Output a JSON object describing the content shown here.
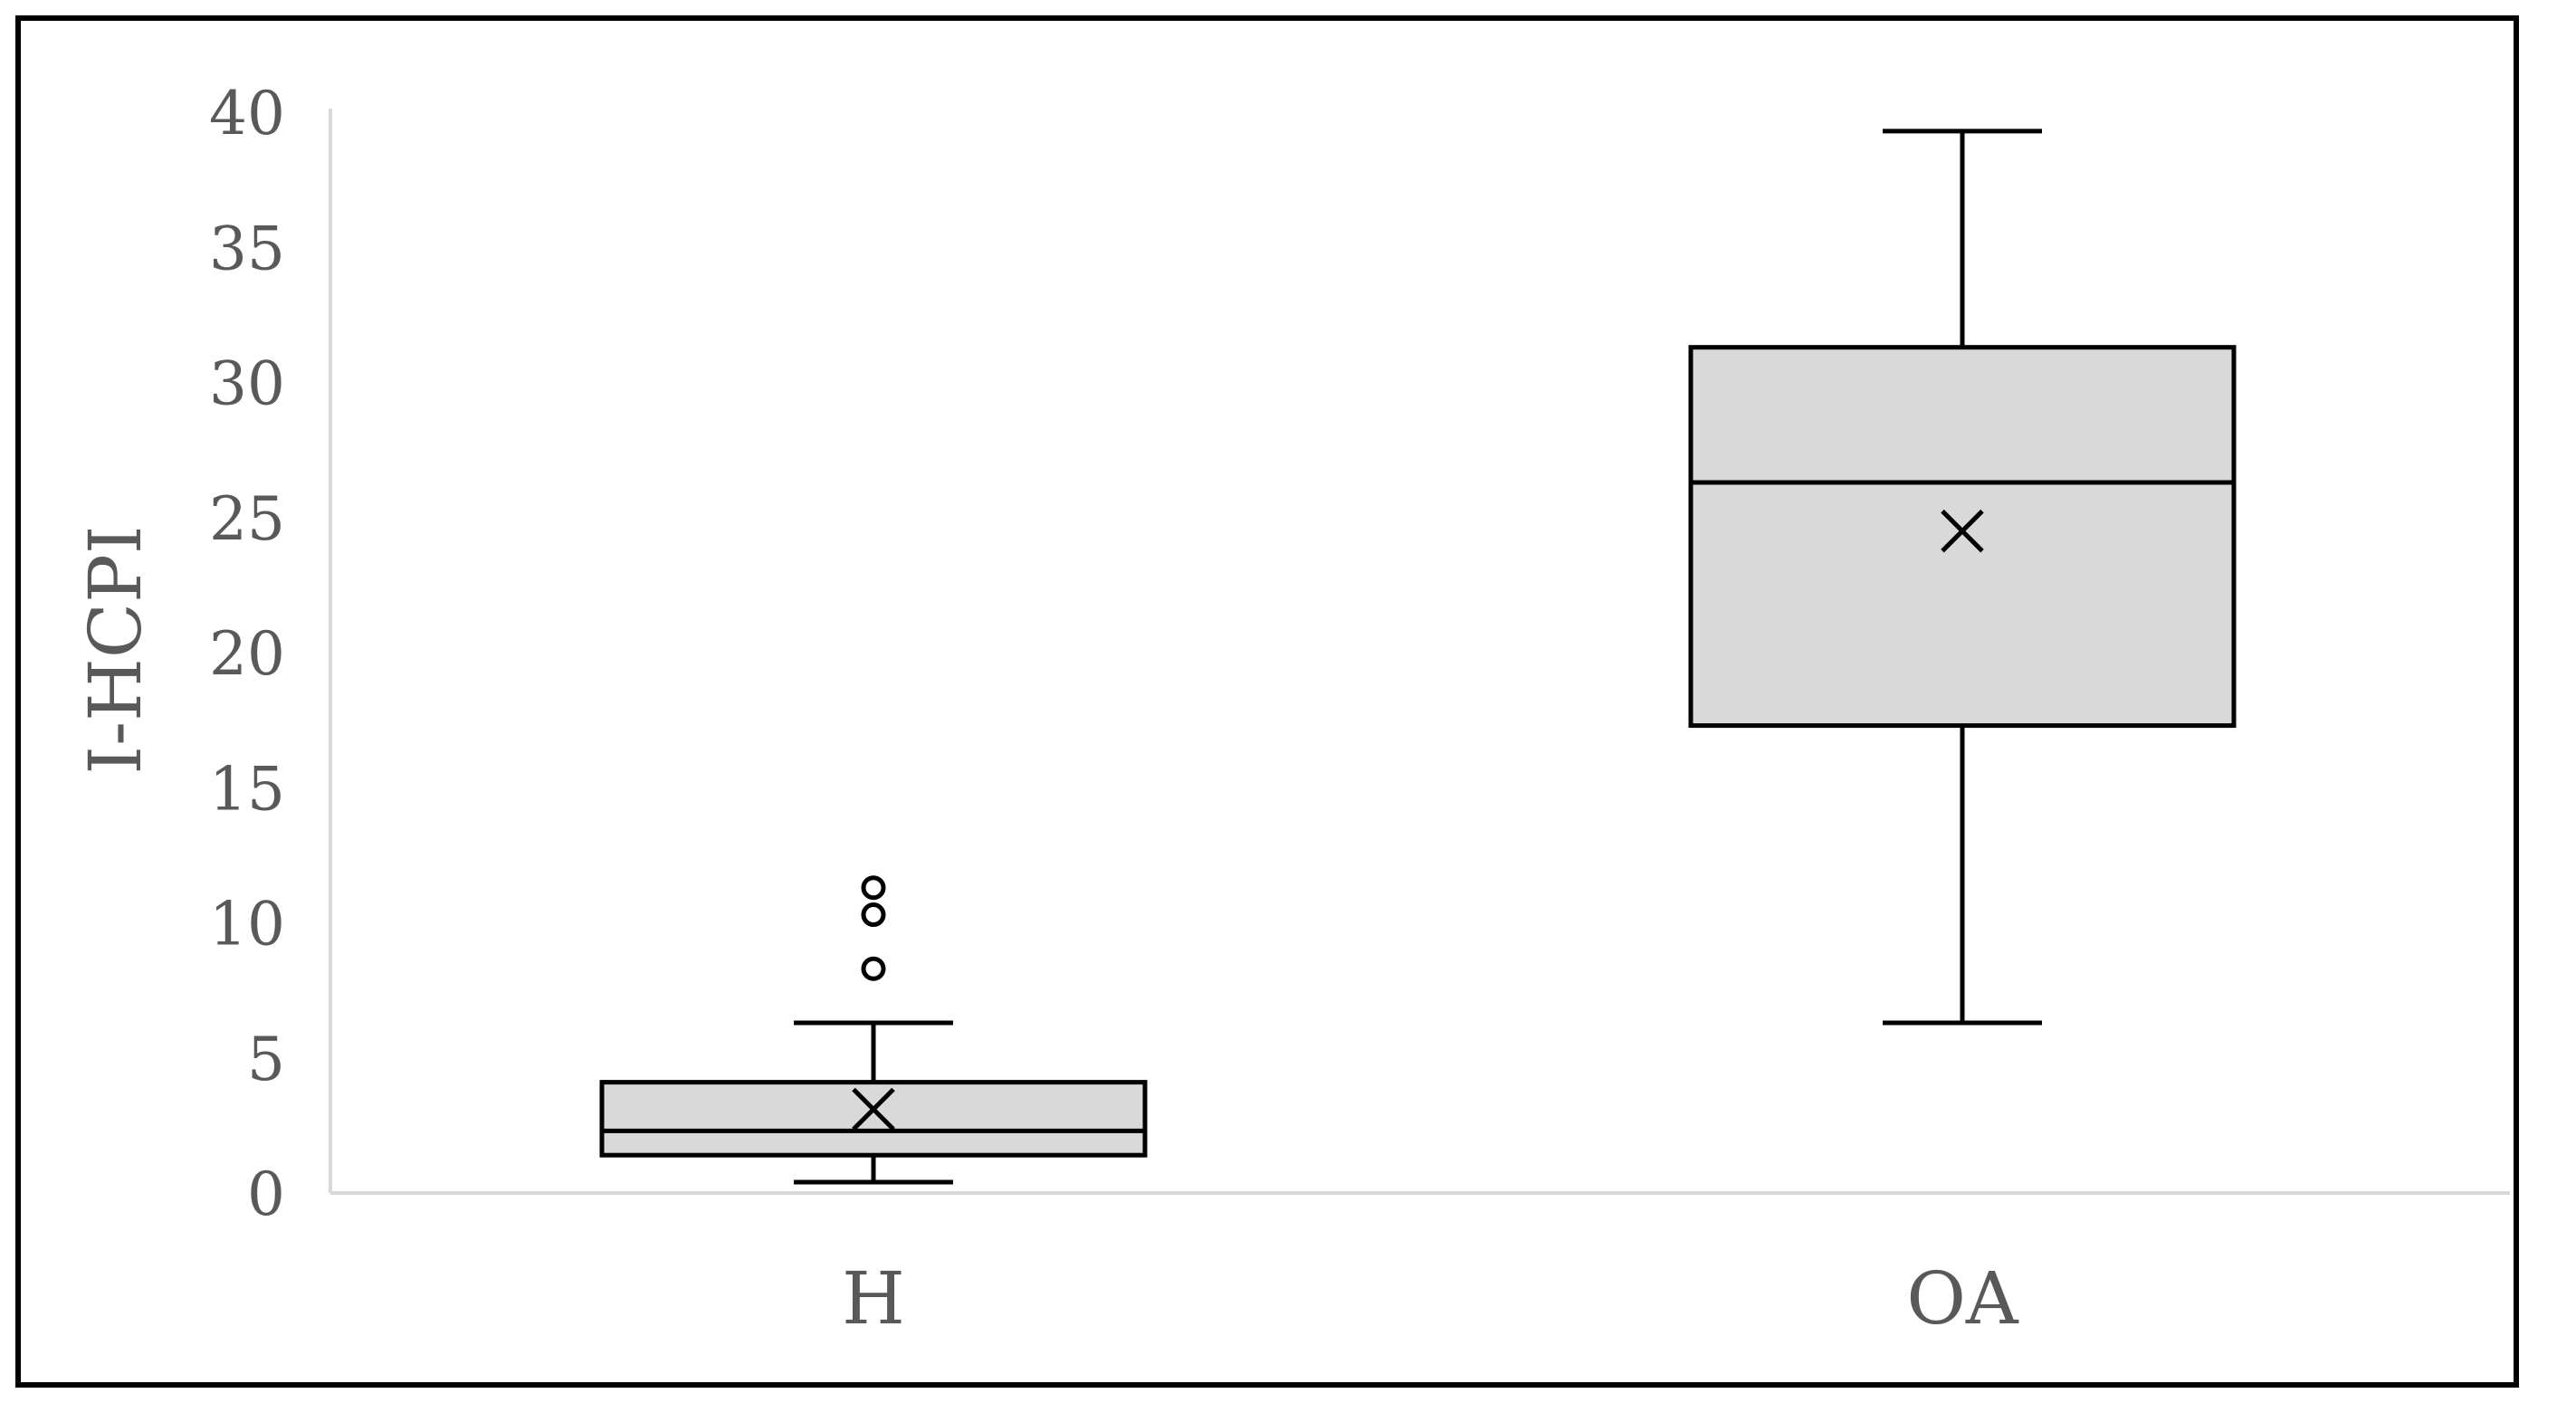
{
  "chart_data": {
    "type": "boxplot",
    "title": "",
    "xlabel": "",
    "ylabel": "I-HCPI",
    "ylim": [
      0,
      40
    ],
    "y_ticks": [
      0,
      5,
      10,
      15,
      20,
      25,
      30,
      35,
      40
    ],
    "grid": false,
    "legend": "none",
    "box_fill_color": "#d9d9d9",
    "categories": [
      "H",
      "OA"
    ],
    "series": [
      {
        "category": "H",
        "min": 0.4,
        "q1": 1.4,
        "median": 2.3,
        "q3": 4.1,
        "max": 6.3,
        "mean": 3.1,
        "outliers": [
          8.3,
          10.3,
          11.3
        ]
      },
      {
        "category": "OA",
        "min": 6.3,
        "q1": 17.3,
        "median": 26.3,
        "q3": 31.3,
        "max": 39.3,
        "mean": 24.5,
        "outliers": []
      }
    ]
  }
}
